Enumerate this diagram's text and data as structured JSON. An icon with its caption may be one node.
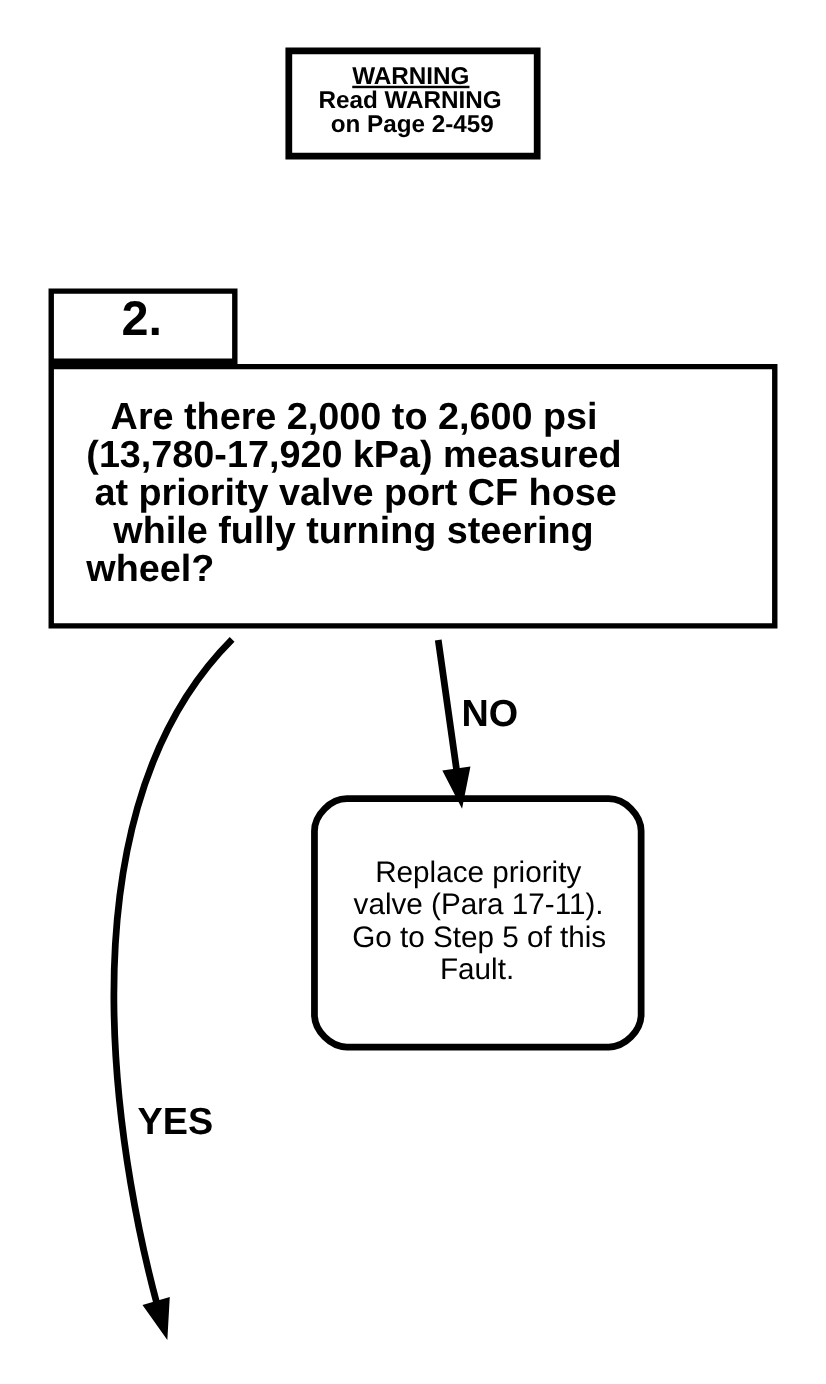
{
  "diagram": {
    "nodes": [
      {
        "text": [
          "2.",
          "Are there 2,000 to 2,600 psi (13,780-17,920 kPa) measured at priority valve port CF hose while fully turning steering wheel?"
        ]
      },
      {
        "text": [
          "WARNING",
          "Read WARNING on Page 2-459"
        ]
      },
      {
        "text": [
          "Replace priority valve (Para 17-11). Go to Step 5 of this Fault."
        ]
      }
    ],
    "edges": [
      {
        "from": 0,
        "to": 2,
        "arrow": "to",
        "label": "NO"
      },
      {
        "from": 0,
        "to": null,
        "arrow": "to",
        "label": "YES"
      }
    ]
  }
}
